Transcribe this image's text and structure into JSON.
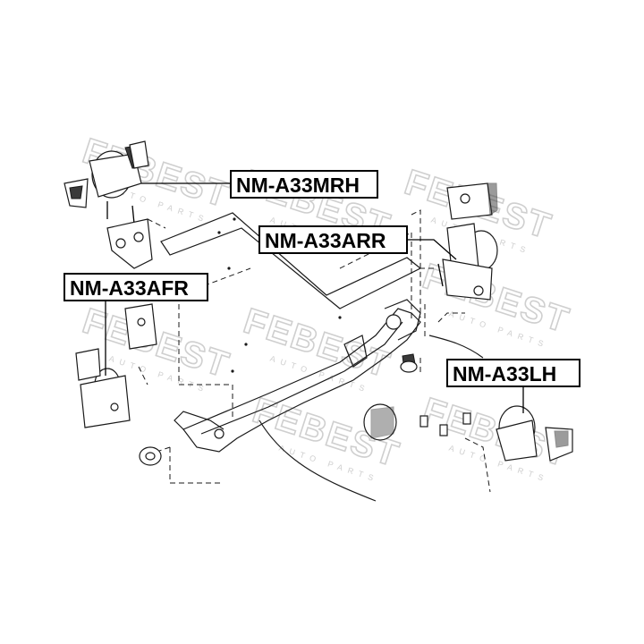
{
  "brand": {
    "watermark": "FEBEST",
    "watermark_sub": "AUTO PARTS",
    "watermark_color": "#cfcfcf"
  },
  "labels": {
    "mrh": "NM-A33MRH",
    "arr": "NM-A33ARR",
    "afr": "NM-A33AFR",
    "lh": "NM-A33LH"
  },
  "colors": {
    "line": "#1a1a1a",
    "label_border": "#000000",
    "background": "#ffffff"
  }
}
